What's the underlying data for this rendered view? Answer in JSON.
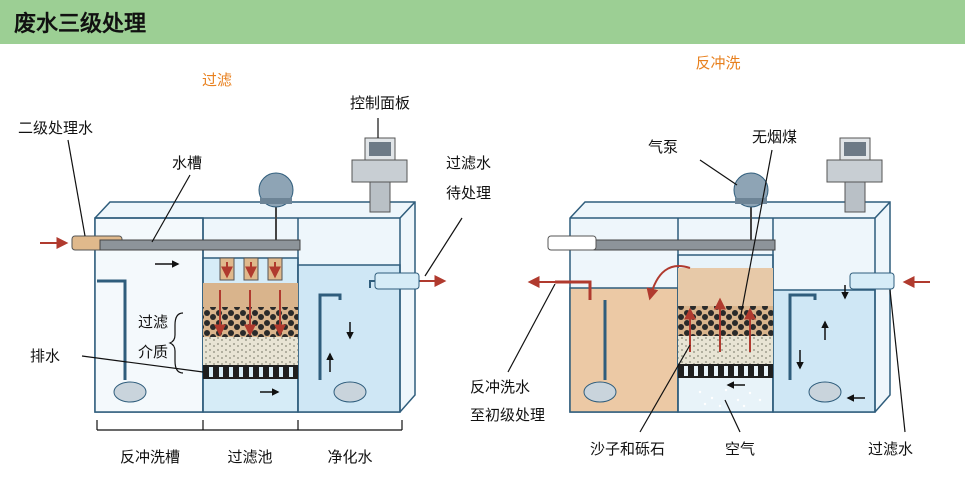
{
  "title": "废水三级处理",
  "sections": {
    "left": "过滤",
    "right": "反冲洗"
  },
  "labels": {
    "secondary_water": "二级处理水",
    "water_trough": "水槽",
    "control_panel": "控制面板",
    "filtered_line1": "过滤水",
    "filtered_line2": "待处理",
    "filter_media_line1": "过滤",
    "filter_media_line2": "介质",
    "drain": "排水",
    "backwash_tank": "反冲洗槽",
    "filter_pool": "过滤池",
    "clean_water": "净化水",
    "air_pump": "气泵",
    "anthracite": "无烟煤",
    "backwash_water_line1": "反冲洗水",
    "backwash_water_line2": "至初级处理",
    "sand_gravel": "沙子和砾石",
    "air": "空气",
    "filtered_water": "过滤水"
  },
  "colors": {
    "header_bg": "#9ccf94",
    "section_label": "#e8801e",
    "water": "#cfe7f5",
    "backwash_water": "#ecc9a5",
    "arrow_red": "#b03a2e"
  }
}
